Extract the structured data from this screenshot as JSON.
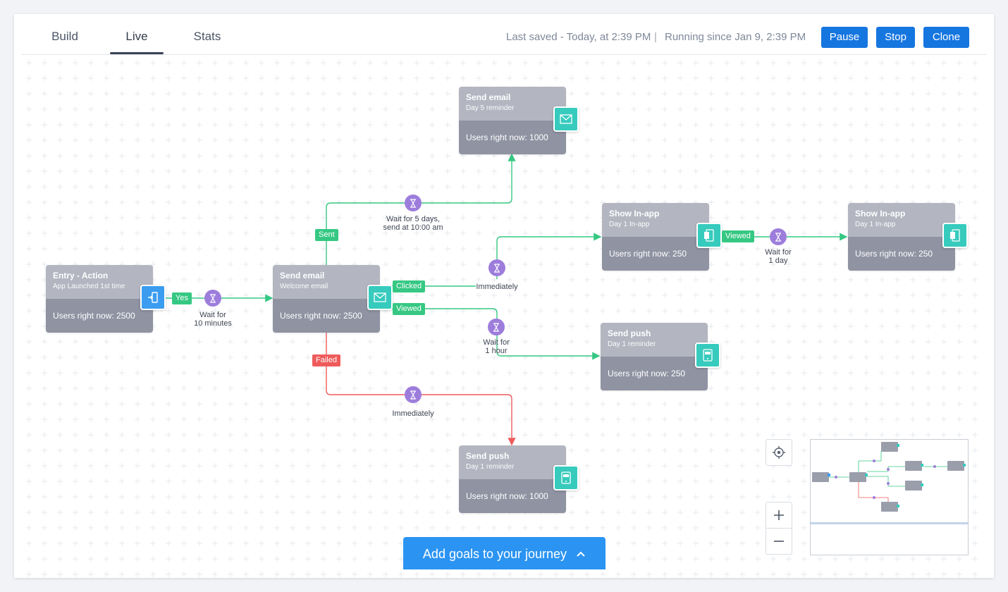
{
  "tabs": [
    {
      "label": "Build",
      "active": false
    },
    {
      "label": "Live",
      "active": true
    },
    {
      "label": "Stats",
      "active": false
    }
  ],
  "status": {
    "last_saved": "Last saved - Today, at 2:39 PM",
    "separator": "|",
    "running": "Running since Jan 9, 2:39 PM"
  },
  "actions": {
    "pause": "Pause",
    "stop": "Stop",
    "clone": "Clone"
  },
  "nodes": {
    "entry": {
      "title": "Entry - Action",
      "subtitle": "App Launched 1st time",
      "users": "Users right now: 2500",
      "icon": "app-entry-icon"
    },
    "welcome": {
      "title": "Send email",
      "subtitle": "Welcome email",
      "users": "Users right now: 2500",
      "icon": "email-icon"
    },
    "day5": {
      "title": "Send email",
      "subtitle": "Day 5 reminder",
      "users": "Users right now: 1000",
      "icon": "email-icon"
    },
    "inapp1": {
      "title": "Show In-app",
      "subtitle": "Day 1 In-app",
      "users": "Users right now: 250",
      "icon": "in-app-icon"
    },
    "inapp2": {
      "title": "Show In-app",
      "subtitle": "Day 1 In-app",
      "users": "Users right now: 250",
      "icon": "in-app-icon"
    },
    "push1": {
      "title": "Send push",
      "subtitle": "Day 1 reminder",
      "users": "Users right now: 250",
      "icon": "push-icon"
    },
    "push2": {
      "title": "Send push",
      "subtitle": "Day 1 reminder",
      "users": "Users right now: 1000",
      "icon": "push-icon"
    }
  },
  "tags": {
    "yes": "Yes",
    "sent": "Sent",
    "clicked": "Clicked",
    "viewed": "Viewed",
    "failed": "Failed",
    "viewed2": "Viewed"
  },
  "waits": {
    "w10min": "Wait for\n10 minutes",
    "w5days": "Wait for 5 days,\nsend at 10:00 am",
    "immediately1": "Immediately",
    "w1hour": "Wait for\n1 hour",
    "immediately2": "Immediately",
    "w1day": "Wait for\n1 day"
  },
  "colors": {
    "accent": "#1676e0",
    "green": "#36c883",
    "red": "#ef5b5b",
    "timer": "#9d7ddc",
    "teal": "#36cbbd"
  },
  "goals_button": "Add goals to your journey"
}
